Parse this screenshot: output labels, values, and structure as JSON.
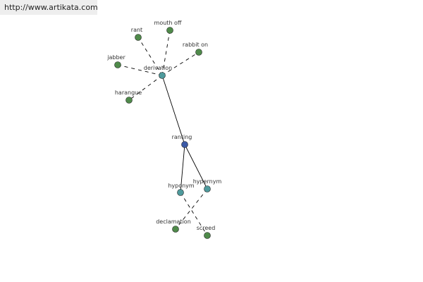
{
  "header": {
    "url": "http://www.artikata.com"
  },
  "graph": {
    "colors": {
      "leaf": "#4f8a4a",
      "relation": "#4e9a9c",
      "center": "#3c5aa6",
      "stroke": "#222222",
      "edge": "#000000"
    },
    "nodes": [
      {
        "id": "ranting",
        "label": "ranting",
        "kind": "center"
      },
      {
        "id": "derivation",
        "label": "derivation",
        "kind": "relation"
      },
      {
        "id": "hyponym",
        "label": "hyponym",
        "kind": "relation"
      },
      {
        "id": "hypernym",
        "label": "hypernym",
        "kind": "relation"
      },
      {
        "id": "rant",
        "label": "rant",
        "kind": "leaf"
      },
      {
        "id": "mouth_off",
        "label": "mouth off",
        "kind": "leaf"
      },
      {
        "id": "rabbit_on",
        "label": "rabbit on",
        "kind": "leaf"
      },
      {
        "id": "jabber",
        "label": "jabber",
        "kind": "leaf"
      },
      {
        "id": "harangue",
        "label": "harangue",
        "kind": "leaf"
      },
      {
        "id": "declamation",
        "label": "declamation",
        "kind": "leaf"
      },
      {
        "id": "screed",
        "label": "screed",
        "kind": "leaf"
      }
    ],
    "edges": [
      {
        "from": "ranting",
        "to": "derivation",
        "style": "solid"
      },
      {
        "from": "ranting",
        "to": "hyponym",
        "style": "solid"
      },
      {
        "from": "ranting",
        "to": "hypernym",
        "style": "solid"
      },
      {
        "from": "derivation",
        "to": "rant",
        "style": "dashed"
      },
      {
        "from": "derivation",
        "to": "mouth_off",
        "style": "dashed"
      },
      {
        "from": "derivation",
        "to": "rabbit_on",
        "style": "dashed"
      },
      {
        "from": "derivation",
        "to": "jabber",
        "style": "dashed"
      },
      {
        "from": "derivation",
        "to": "harangue",
        "style": "dashed"
      },
      {
        "from": "hyponym",
        "to": "screed",
        "style": "dashed"
      },
      {
        "from": "hypernym",
        "to": "declamation",
        "style": "dashed"
      }
    ]
  }
}
